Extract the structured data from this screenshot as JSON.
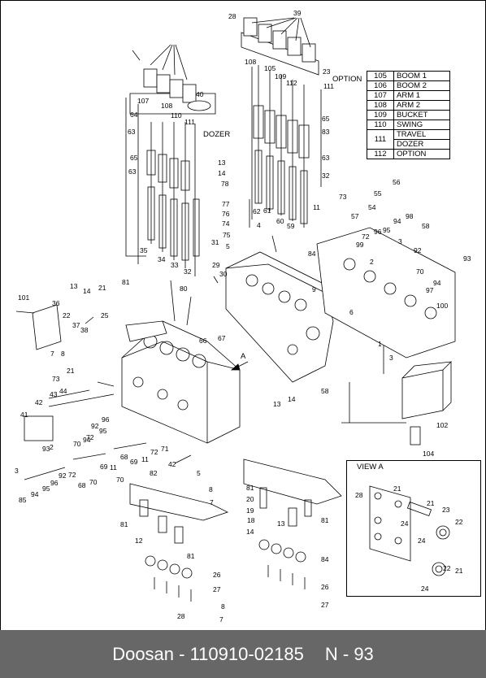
{
  "footer": {
    "part": "Doosan - 110910-02185",
    "page": "N - 93"
  },
  "legend": [
    {
      "num": "105",
      "name": "BOOM 1"
    },
    {
      "num": "106",
      "name": "BOOM 2"
    },
    {
      "num": "107",
      "name": "ARM 1"
    },
    {
      "num": "108",
      "name": "ARM 2"
    },
    {
      "num": "109",
      "name": "BUCKET"
    },
    {
      "num": "110",
      "name": "SWING"
    },
    {
      "num": "111",
      "name": "TRAVEL",
      "name2": "DOZER"
    },
    {
      "num": "112",
      "name": "OPTION"
    }
  ],
  "text_labels": {
    "dozer": "DOZER",
    "option": "OPTION",
    "view_a": "VIEW A",
    "arrow_a": "A"
  },
  "callouts": [
    "28",
    "39",
    "23",
    "40",
    "107",
    "108",
    "110",
    "111",
    "64",
    "63",
    "65",
    "63",
    "35",
    "34",
    "33",
    "32",
    "31",
    "13",
    "14",
    "78",
    "77",
    "76",
    "74",
    "75",
    "4",
    "5",
    "29",
    "30",
    "81",
    "80",
    "101",
    "13",
    "14",
    "21",
    "36",
    "22",
    "37",
    "38",
    "7",
    "8",
    "25",
    "73",
    "21",
    "44",
    "43",
    "42",
    "41",
    "2",
    "93",
    "70",
    "94",
    "72",
    "92",
    "96",
    "95",
    "3",
    "85",
    "94",
    "95",
    "96",
    "92",
    "72",
    "68",
    "70",
    "69",
    "11",
    "70",
    "68",
    "69",
    "11",
    "72",
    "71",
    "82",
    "42",
    "5",
    "8",
    "7",
    "81",
    "12",
    "81",
    "26",
    "27",
    "28",
    "8",
    "7",
    "9",
    "58",
    "14",
    "13",
    "1",
    "3",
    "66",
    "67",
    "108",
    "105",
    "109",
    "112",
    "111",
    "61",
    "60",
    "59",
    "62",
    "83",
    "65",
    "63",
    "32",
    "73",
    "11",
    "57",
    "99",
    "72",
    "96",
    "95",
    "94",
    "98",
    "58",
    "54",
    "55",
    "56",
    "97",
    "100",
    "84",
    "2",
    "3",
    "92",
    "70",
    "94",
    "93",
    "6",
    "102",
    "104",
    "81",
    "20",
    "19",
    "18",
    "14",
    "13",
    "81",
    "84",
    "26",
    "27",
    "28",
    "21",
    "21",
    "23",
    "22",
    "24",
    "24",
    "22",
    "24",
    "21"
  ]
}
